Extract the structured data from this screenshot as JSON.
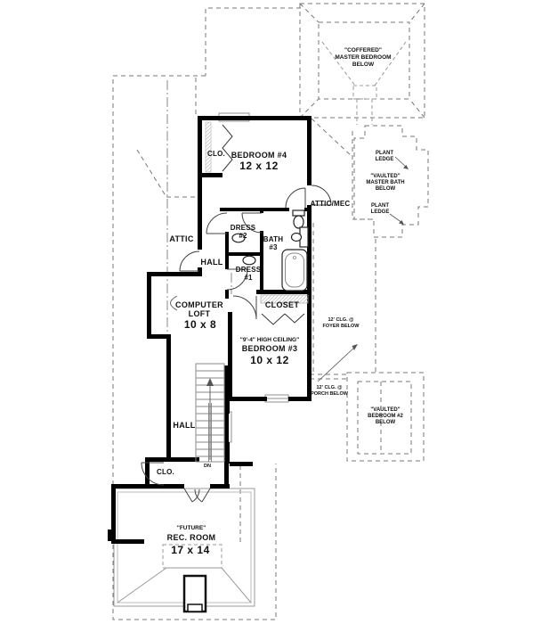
{
  "labels": {
    "master_bedroom_below_1": "\"COFFERED\"",
    "master_bedroom_below_2": "MASTER BEDROOM",
    "master_bedroom_below_3": "BELOW",
    "plant_ledge_top_1": "PLANT",
    "plant_ledge_top_2": "LEDGE",
    "master_bath_below_1": "\"VAULTED\"",
    "master_bath_below_2": "MASTER BATH",
    "master_bath_below_3": "BELOW",
    "plant_ledge_bottom_1": "PLANT",
    "plant_ledge_bottom_2": "LEDGE",
    "attic_mec": "ATTIC/MEC",
    "closet_top": "CLO.",
    "bedroom4_name": "BEDROOM #4",
    "bedroom4_size": "12 x 12",
    "attic": "ATTIC",
    "hall_upper": "HALL",
    "dress2_1": "DRESS",
    "dress2_2": "#2",
    "bath3_1": "BATH",
    "bath3_2": "#3",
    "dress1_1": "DRESS",
    "dress1_2": "#1",
    "computer_loft_1": "COMPUTER",
    "computer_loft_2": "LOFT",
    "computer_loft_size": "10 x 8",
    "closet": "CLOSET",
    "foyer_below_1": "12' CLG. @",
    "foyer_below_2": "FOYER BELOW",
    "bedroom3_ceiling": "\"9'-4\" HIGH CEILING\"",
    "bedroom3_name": "BEDROOM #3",
    "bedroom3_size": "10 x 12",
    "porch_below_1": "12' CLG. @",
    "porch_below_2": "PORCH BELOW",
    "bedroom2_below_1": "\"VAULTED\"",
    "bedroom2_below_2": "BEDROOM #2",
    "bedroom2_below_3": "BELOW",
    "hall_lower": "HALL",
    "stairs_dn": "DN",
    "closet_bottom": "CLO.",
    "rec_room_1": "\"FUTURE\"",
    "rec_room_2": "REC. ROOM",
    "rec_room_size": "17 x 14"
  },
  "colors": {
    "wall": "#000000",
    "dashed": "#777777",
    "window": "#8f8f8f",
    "text": "#111111",
    "background": "#ffffff"
  }
}
